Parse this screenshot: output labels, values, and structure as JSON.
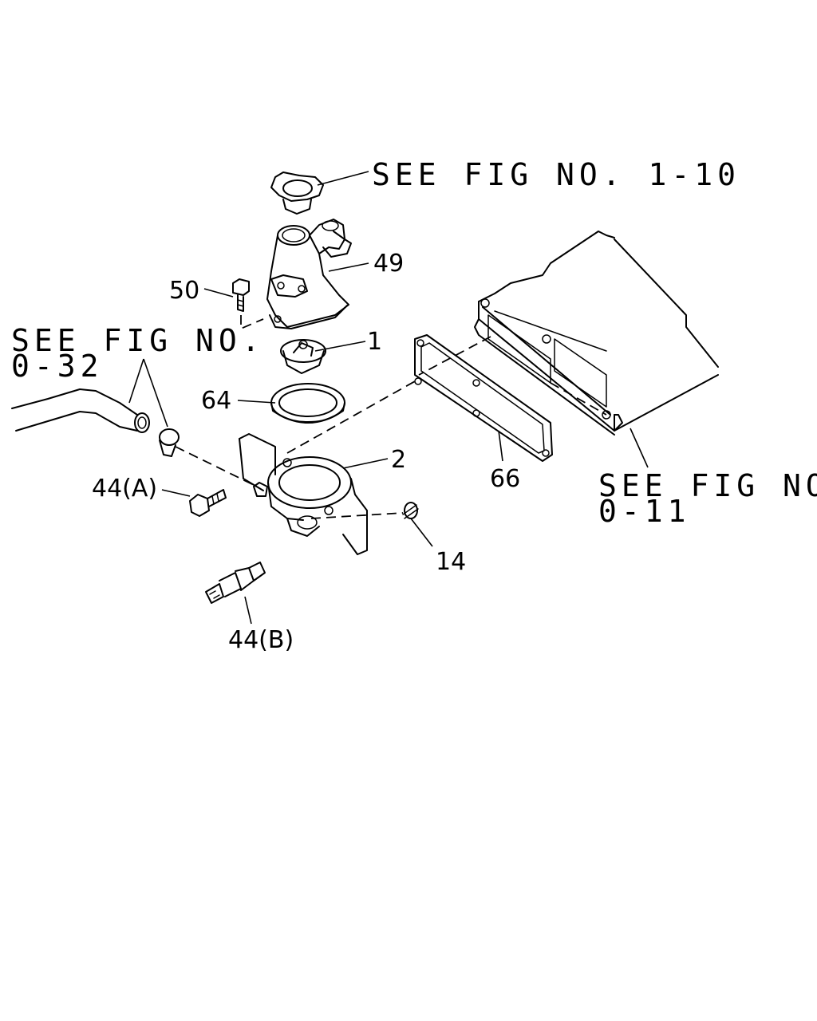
{
  "callouts": {
    "see_fig_1_10": "SEE FIG NO. 1-10",
    "see_fig_0_32_line1": "SEE FIG NO.",
    "see_fig_0_32_line2": "0-32",
    "see_fig_0_11_line1": "SEE FIG NO.",
    "see_fig_0_11_line2": "0-11"
  },
  "part_labels": {
    "p49": "49",
    "p50": "50",
    "p1": "1",
    "p64": "64",
    "p2": "2",
    "p66": "66",
    "p44a": "44(A)",
    "p14": "14",
    "p44b": "44(B)"
  }
}
